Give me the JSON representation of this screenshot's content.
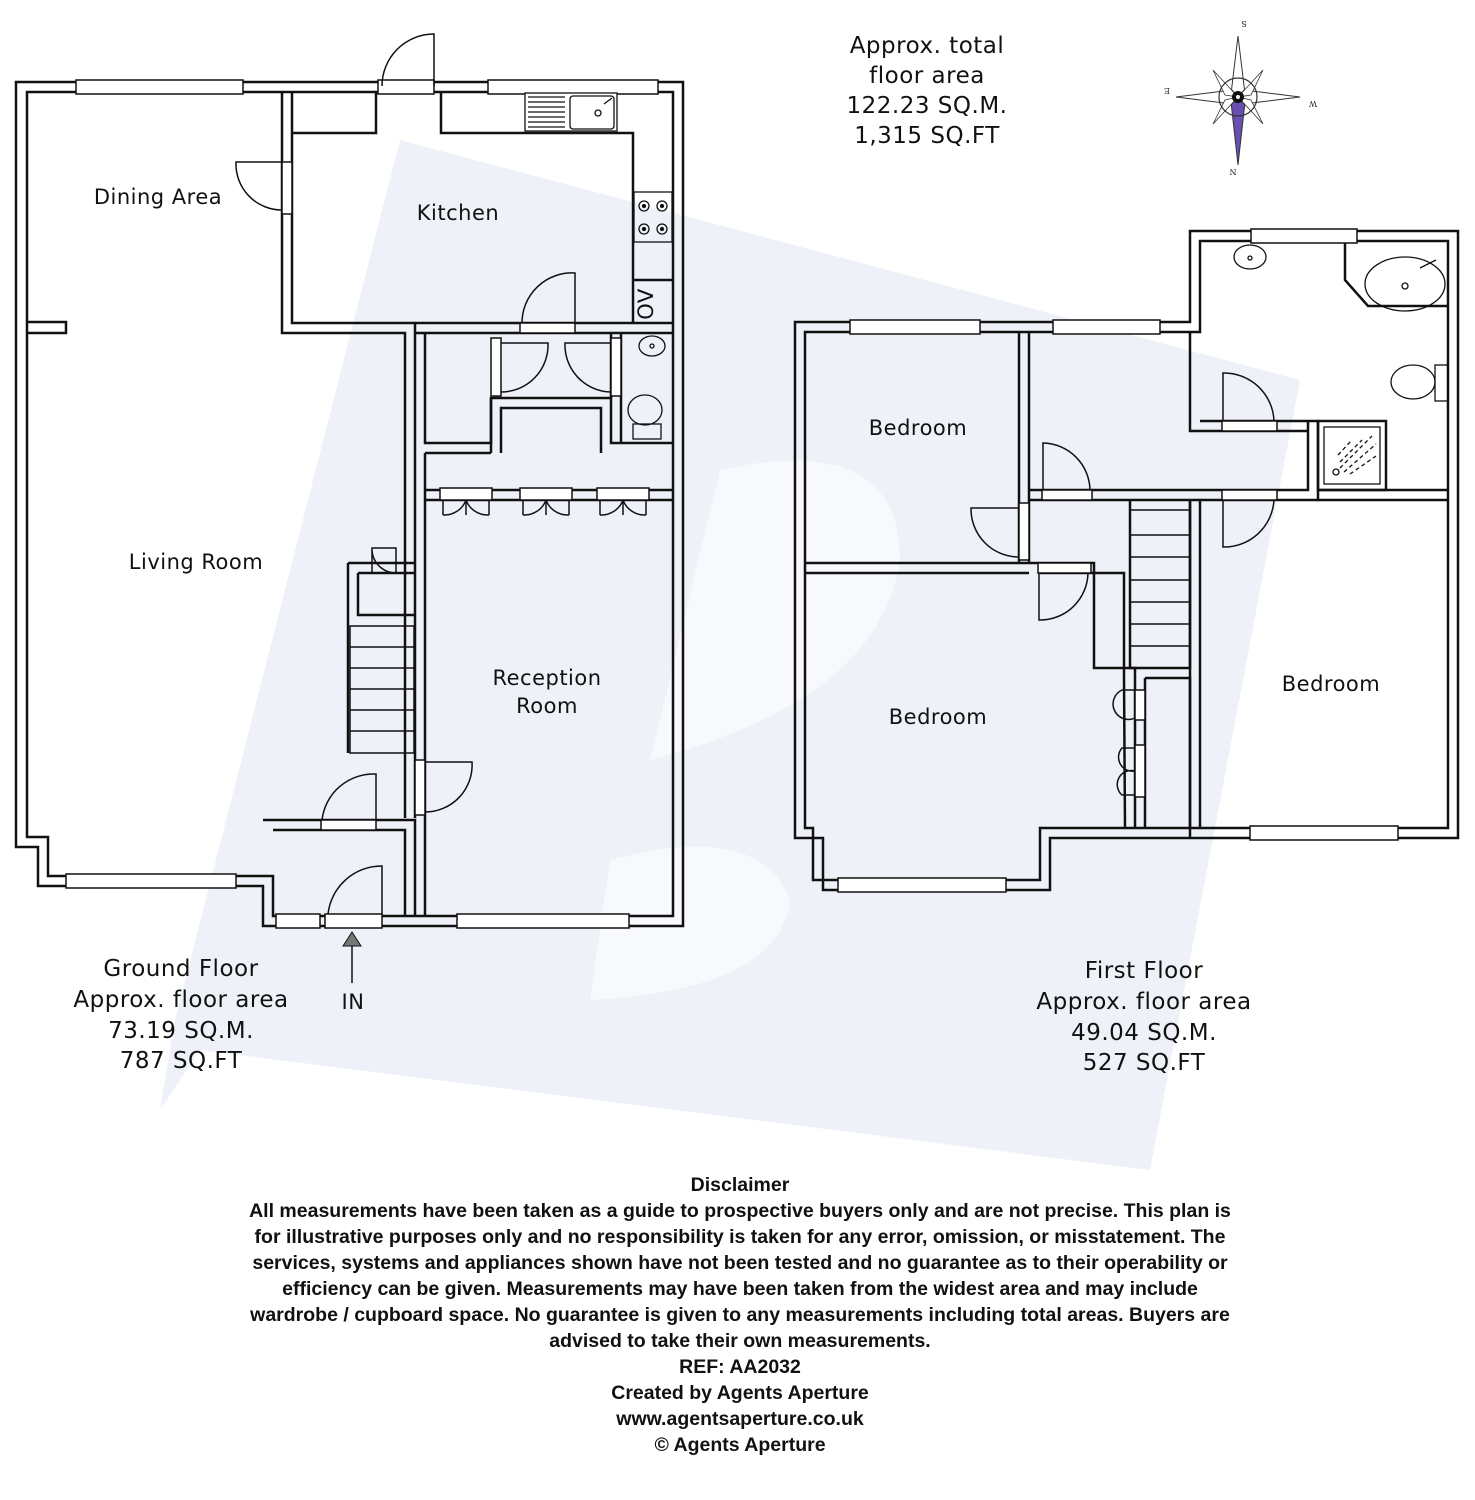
{
  "summary": {
    "heading": "Approx. total",
    "heading2": "floor area",
    "sqm": "122.23 SQ.M.",
    "sqft": "1,315 SQ.FT"
  },
  "compass": {
    "s": "S",
    "w": "W",
    "n": "N",
    "e": "E"
  },
  "ground_floor": {
    "title": "Ground Floor",
    "area_label": "Approx. floor area",
    "sqm": "73.19 SQ.M.",
    "sqft": "787 SQ.FT",
    "entrance": "IN",
    "rooms": {
      "dining": "Dining Area",
      "kitchen": "Kitchen",
      "living": "Living Room",
      "reception_1": "Reception",
      "reception_2": "Room",
      "oven": "OV"
    }
  },
  "first_floor": {
    "title": "First Floor",
    "area_label": "Approx. floor area",
    "sqm": "49.04 SQ.M.",
    "sqft": "527 SQ.FT",
    "rooms": {
      "bedroom_nw": "Bedroom",
      "bedroom_sw": "Bedroom",
      "bedroom_e": "Bedroom"
    }
  },
  "disclaimer": {
    "title": "Disclaimer",
    "lines": [
      "All measurements have been taken as a guide to prospective buyers only and are not precise. This plan is",
      "for illustrative purposes only and no responsibility is taken for any error, omission, or misstatement. The",
      "services, systems and appliances shown have not been tested and no guarantee as to their operability or",
      "efficiency can be given. Measurements may have been taken from the widest area and may include",
      "wardrobe / cupboard space. No guarantee is given to any measurements including total areas. Buyers are",
      "advised to take their own measurements."
    ],
    "ref": "REF: AA2032",
    "created": "Created by Agents Aperture",
    "url": "www.agentsaperture.co.uk",
    "copyright": "© Agents Aperture"
  },
  "colors": {
    "wall": "#111111",
    "watermark": "#eef1f8",
    "compass_needle": "#6a4fb3"
  }
}
